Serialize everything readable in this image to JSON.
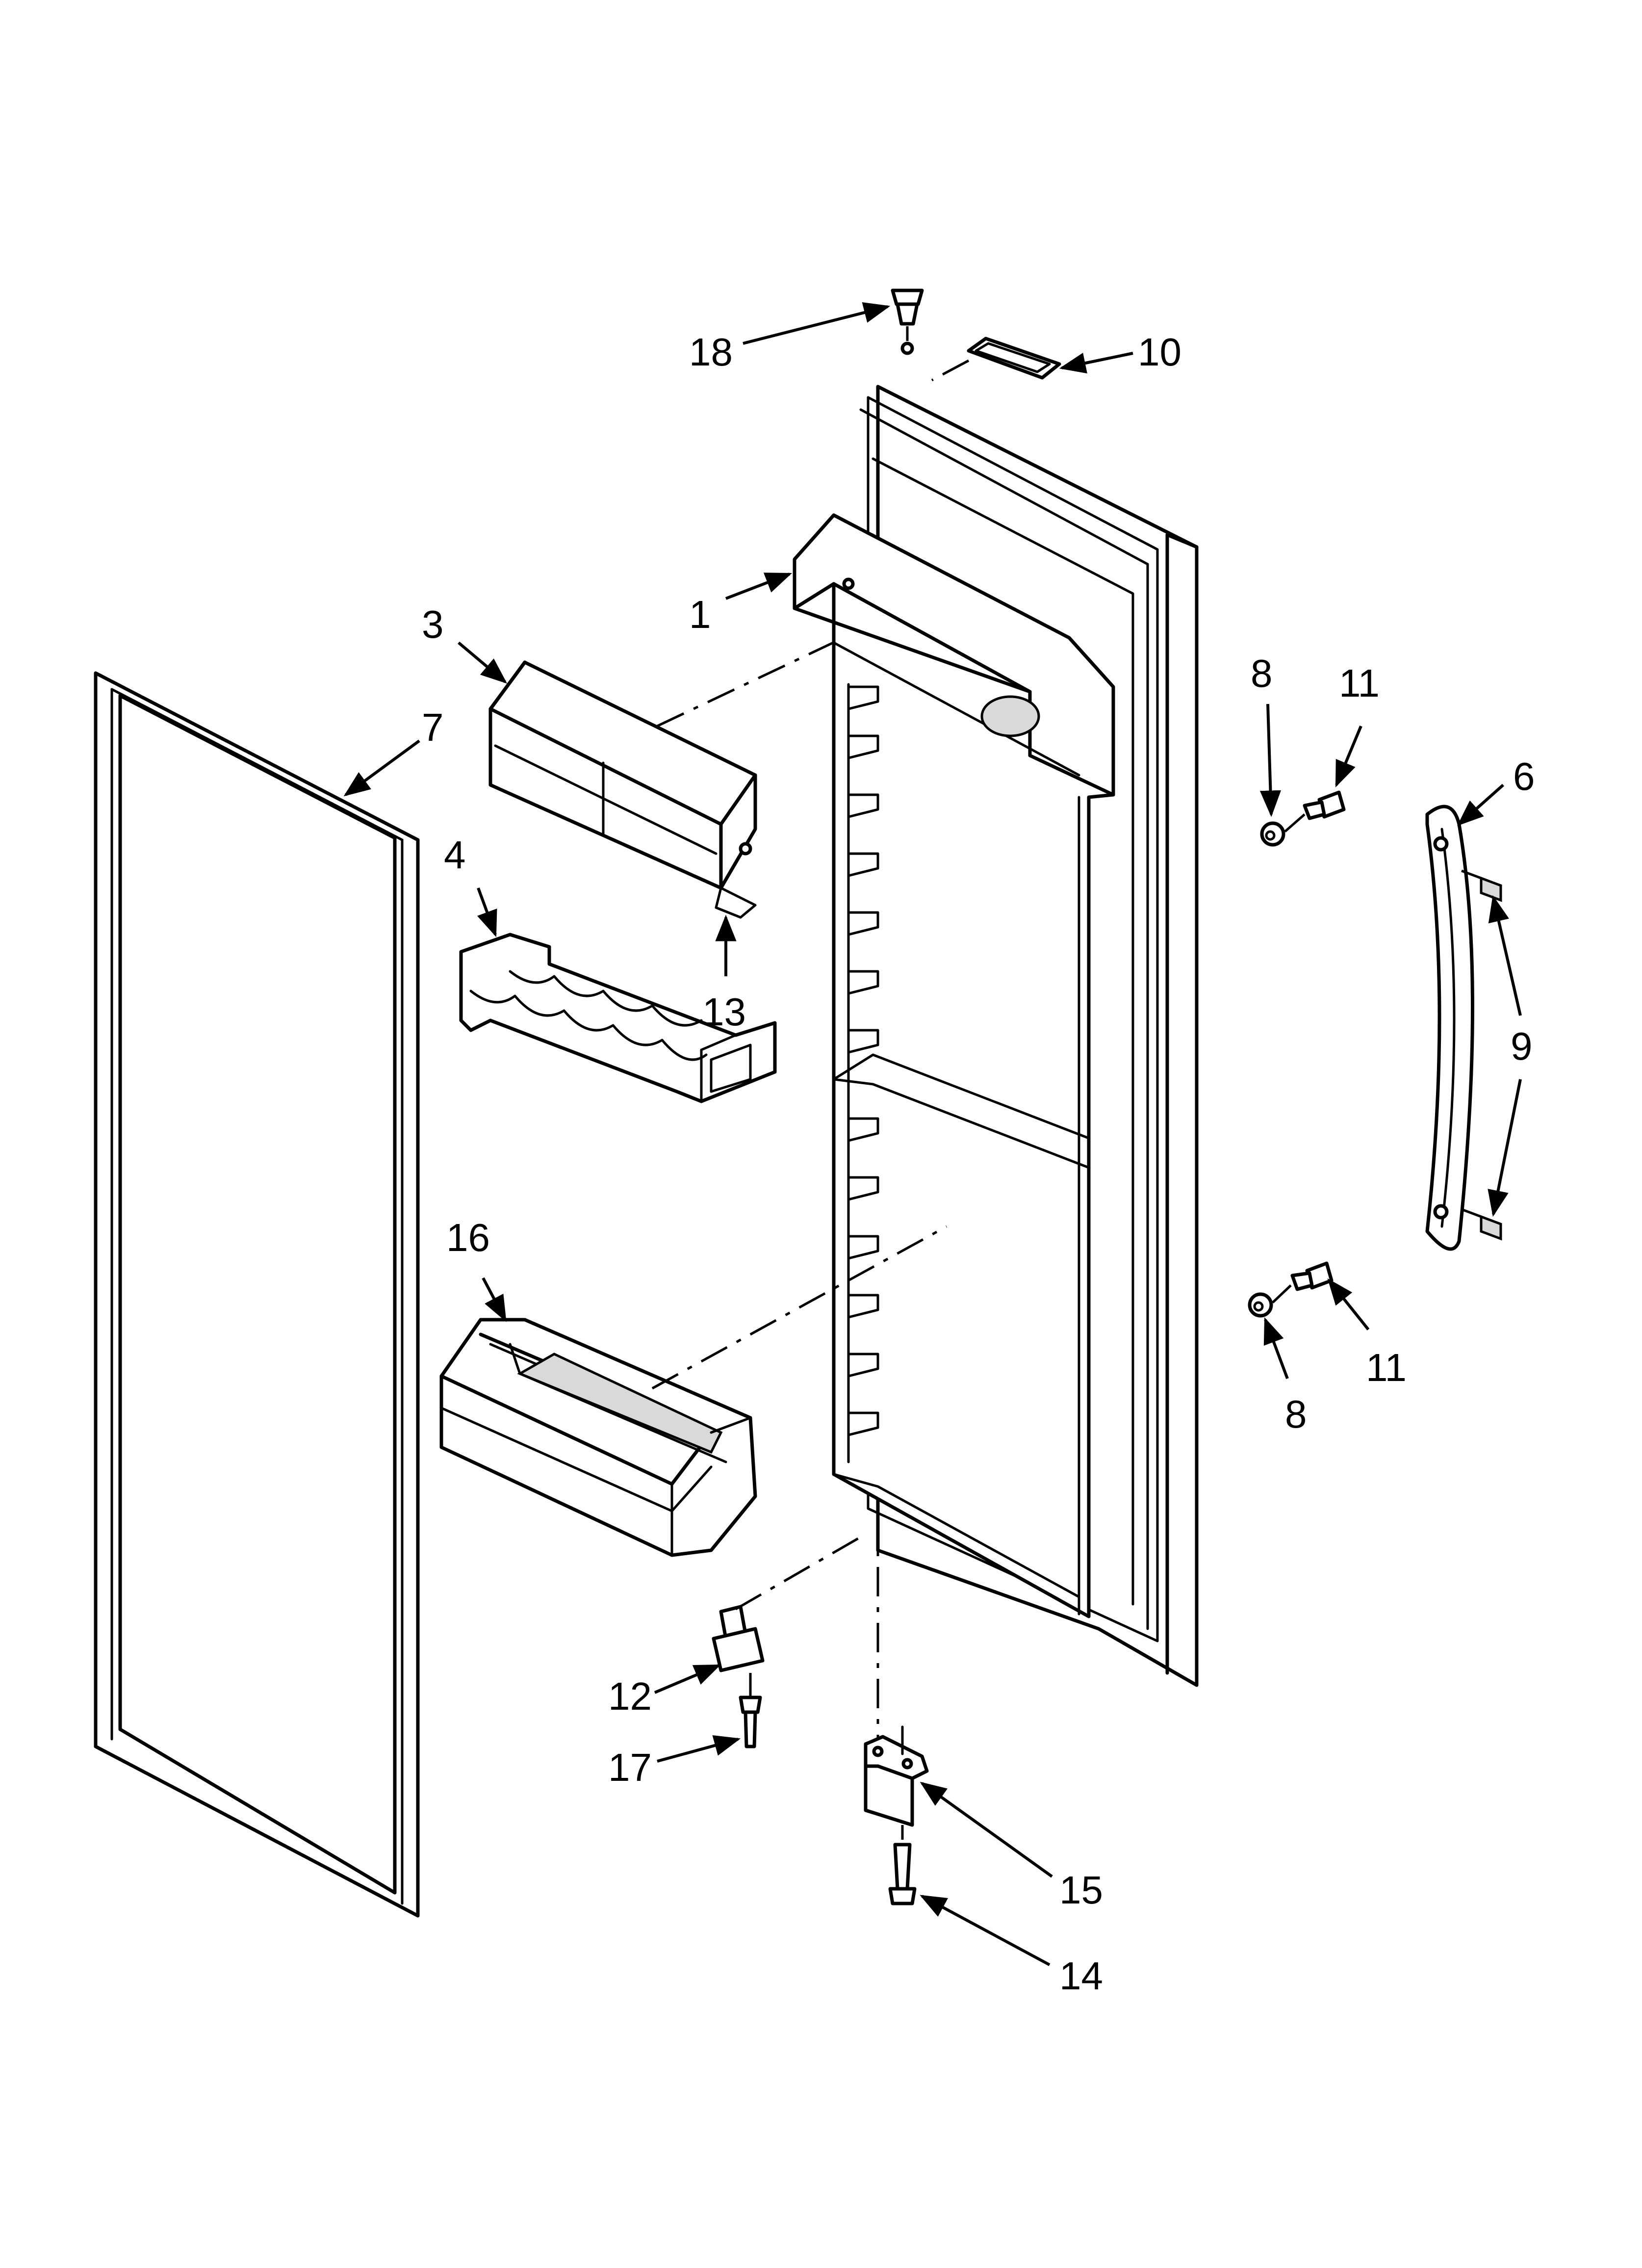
{
  "callouts": [
    {
      "id": "c18",
      "text": "18"
    },
    {
      "id": "c10",
      "text": "10"
    },
    {
      "id": "c1",
      "text": "1"
    },
    {
      "id": "c3",
      "text": "3"
    },
    {
      "id": "c7",
      "text": "7"
    },
    {
      "id": "c8a",
      "text": "8"
    },
    {
      "id": "c11a",
      "text": "11"
    },
    {
      "id": "c6",
      "text": "6"
    },
    {
      "id": "c4",
      "text": "4"
    },
    {
      "id": "c13",
      "text": "13"
    },
    {
      "id": "c9",
      "text": "9"
    },
    {
      "id": "c16",
      "text": "16"
    },
    {
      "id": "c11b",
      "text": "11"
    },
    {
      "id": "c8b",
      "text": "8"
    },
    {
      "id": "c12",
      "text": "12"
    },
    {
      "id": "c17",
      "text": "17"
    },
    {
      "id": "c15",
      "text": "15"
    },
    {
      "id": "c14",
      "text": "14"
    }
  ]
}
